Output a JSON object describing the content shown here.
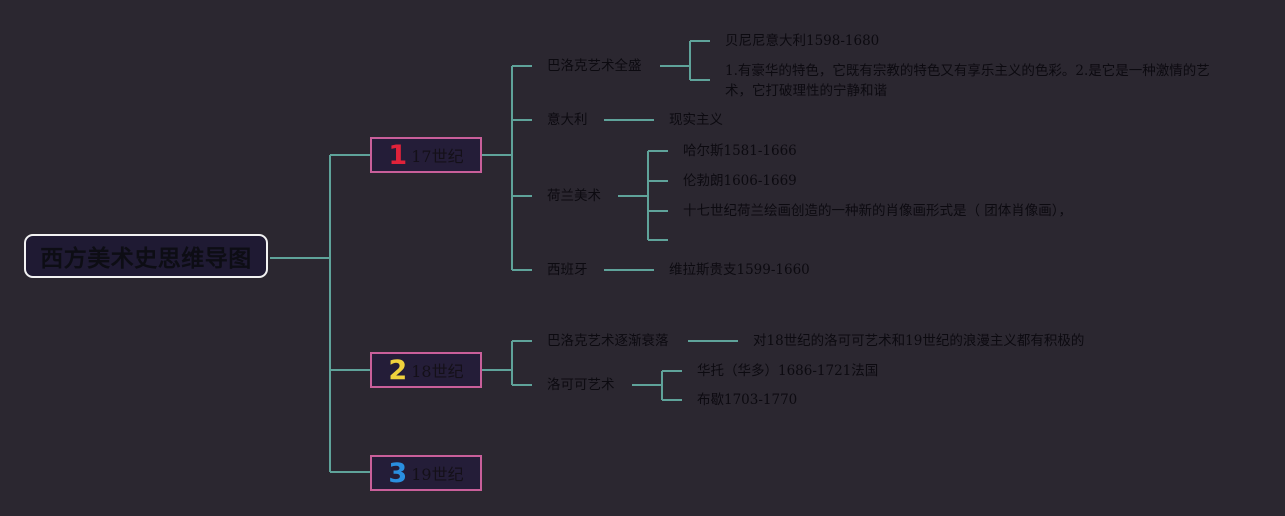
{
  "mindmap": {
    "root": "西方美术史思维导图",
    "c17": {
      "num": "1",
      "num_color": "#e0223a",
      "label": "17世纪",
      "baroque": {
        "label": "巴洛克艺术全盛",
        "leaves": [
          "贝尼尼意大利1598-1680",
          "1.有豪华的特色，它既有宗教的特色又有享乐主义的色彩。2.是它是一种激情的艺术，它打破理性的宁静和谐"
        ]
      },
      "italy": {
        "label": "意大利",
        "leaf": "现实主义"
      },
      "dutch": {
        "label": "荷兰美术",
        "leaves": [
          "哈尔斯1581-1666",
          "伦勃朗1606-1669",
          "十七世纪荷兰绘画创造的一种新的肖像画形式是（ 团体肖像画），",
          ""
        ]
      },
      "spain": {
        "label": "西班牙",
        "leaf": "维拉斯贵支1599-1660"
      }
    },
    "c18": {
      "num": "2",
      "num_color": "#f0d23c",
      "label": "18世纪",
      "decline": {
        "label": "巴洛克艺术逐渐衰落",
        "leaf": "对18世纪的洛可可艺术和19世纪的浪漫主义都有积极的"
      },
      "rococo": {
        "label": "洛可可艺术",
        "leaves": [
          "华托（华多）1686-1721法国",
          "布歇1703-1770"
        ]
      }
    },
    "c19": {
      "num": "3",
      "num_color": "#2a8fe0",
      "label": "19世纪"
    }
  },
  "colors": {
    "background": "#2b2730",
    "connector": "#5fa39a",
    "root_border": "#f2f2f2",
    "century_border": "#c95f9a"
  }
}
